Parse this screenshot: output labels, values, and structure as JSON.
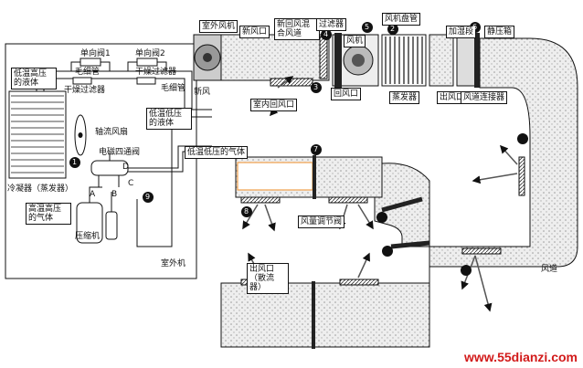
{
  "labels": {
    "outdoor_fan": "室外风机",
    "fresh_air_inlet": "新风口",
    "mixing_duct": "新回风混合风道",
    "filter": "过滤器",
    "fan": "风机",
    "coil": "风机盘管",
    "humidifier": "加湿段",
    "silencer": "静压箱",
    "fresh_air": "新风",
    "return_inlet": "室内回风口",
    "return_air": "回风口",
    "evaporator": "蒸发器",
    "outlet": "出风口",
    "duct_connector": "风道连接器",
    "check_valve_1": "单向阀1",
    "check_valve_2": "单向阀2",
    "capillary_1": "毛细管",
    "capillary_2": "毛细管",
    "dryer_1": "干燥过滤器",
    "dryer_2": "干燥过滤器",
    "low_temp_high_press_liquid": "低温高压\n的液体",
    "low_temp_low_press_liquid": "低温低压\n的液体",
    "axial_fan": "轴流风扇",
    "solenoid_valve": "电磁四通阀",
    "low_temp_low_press_gas": "低温低压的气体",
    "condenser": "冷凝器（蒸发器）",
    "high_temp_high_press_gas": "高温高压\n的气体",
    "compressor": "压缩机",
    "outdoor_unit": "室外机",
    "air_volume_valve": "风量调节阀",
    "outlet_diffuser": "出风口\n（散流器）",
    "air_duct": "风道",
    "port_a": "A",
    "port_b": "B",
    "port_c": "C",
    "port_d": "D"
  },
  "markers": [
    "1",
    "2",
    "3",
    "4",
    "5",
    "6",
    "7",
    "8",
    "9"
  ],
  "watermark": "www.55dianzi.com",
  "colors": {
    "line": "#111111",
    "accent_box": "#f1a04c",
    "watermark": "#d21a1a"
  }
}
